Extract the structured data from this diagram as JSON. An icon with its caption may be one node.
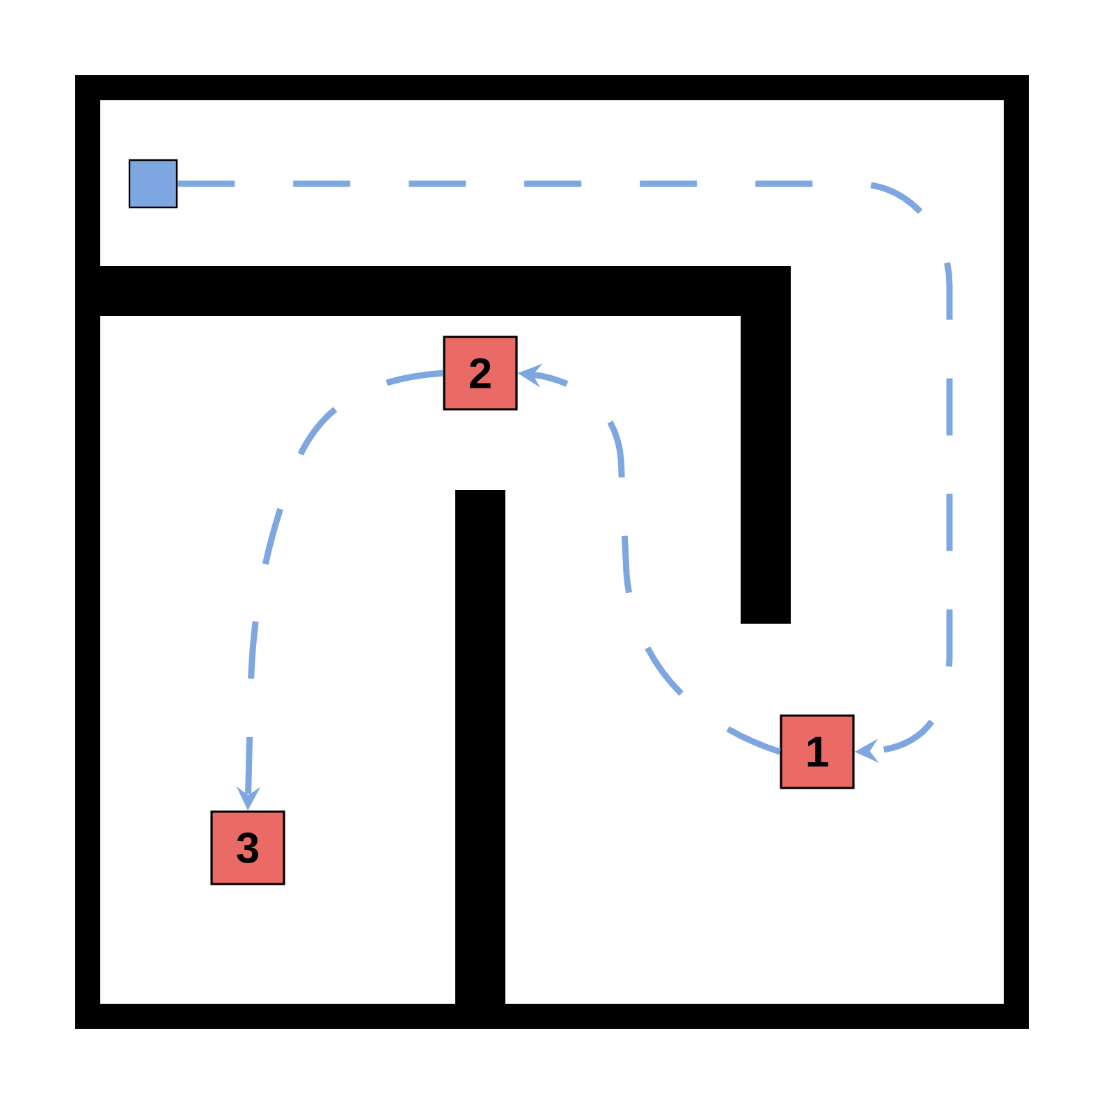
{
  "diagram": {
    "nodes": [
      {
        "text": [],
        "shape": "box"
      },
      {
        "text": [
          "2"
        ]
      },
      {
        "text": [
          "1"
        ]
      },
      {
        "text": [
          "3"
        ]
      }
    ],
    "edges": [
      {
        "from": 0,
        "to": 2,
        "arrow": "to",
        "style": "dashed"
      },
      {
        "from": 2,
        "to": 1,
        "arrow": "to",
        "style": "dashed"
      },
      {
        "from": 1,
        "to": 3,
        "arrow": "to",
        "style": "dashed"
      }
    ]
  }
}
